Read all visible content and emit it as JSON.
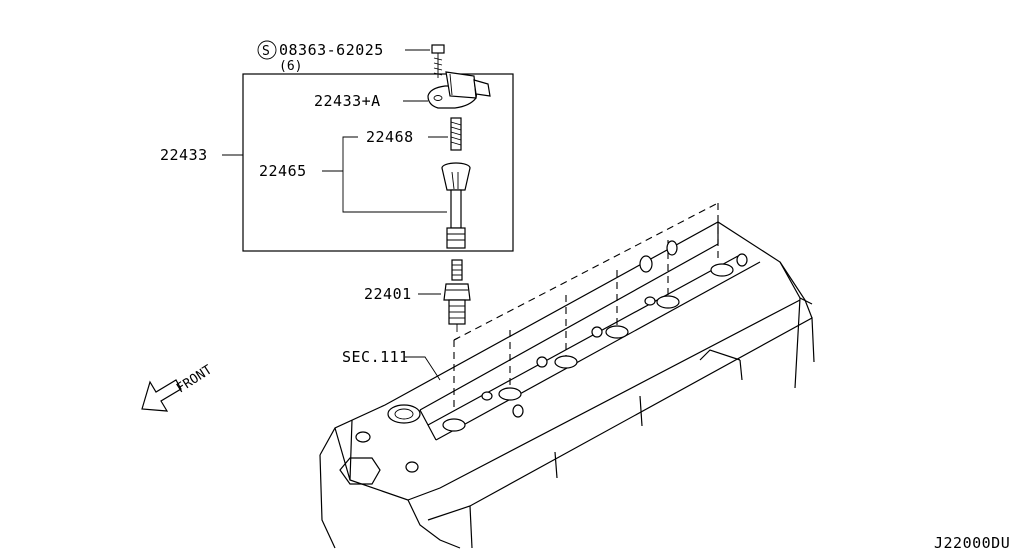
{
  "callouts": {
    "bolt": {
      "part_no": "08363-62025",
      "qty": "(6)",
      "symbol": "S"
    },
    "coil_assy": "22433",
    "coil_top": "22433+A",
    "spring": "22468",
    "boot": "22465",
    "spark_plug": "22401",
    "section_ref": "SEC.111"
  },
  "front_label": "FRONT",
  "diagram_code": "J22000DU"
}
